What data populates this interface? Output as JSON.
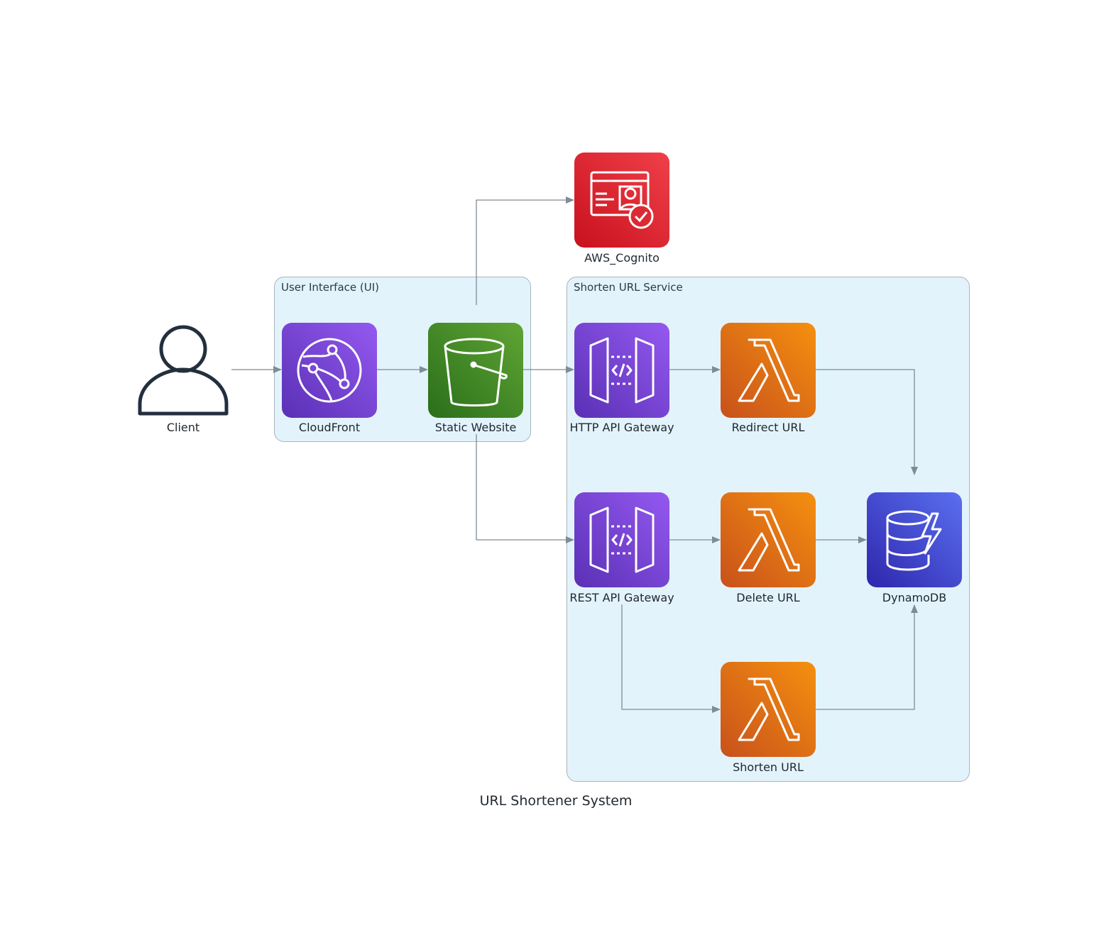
{
  "diagram": {
    "title": "URL Shortener System",
    "clusters": {
      "ui": "User Interface (UI)",
      "service": "Shorten URL Service"
    },
    "nodes": {
      "client": {
        "label": "Client",
        "icon": "user-icon"
      },
      "cloudfront": {
        "label": "CloudFront",
        "icon": "cloudfront-icon"
      },
      "static_website": {
        "label": "Static Website",
        "icon": "s3-bucket-icon"
      },
      "cognito": {
        "label": "AWS_Cognito",
        "icon": "cognito-icon"
      },
      "http_api": {
        "label": "HTTP API Gateway",
        "icon": "api-gateway-icon"
      },
      "rest_api": {
        "label": "REST API Gateway",
        "icon": "api-gateway-icon"
      },
      "redirect_url": {
        "label": "Redirect URL",
        "icon": "lambda-icon"
      },
      "delete_url": {
        "label": "Delete URL",
        "icon": "lambda-icon"
      },
      "shorten_url": {
        "label": "Shorten URL",
        "icon": "lambda-icon"
      },
      "dynamodb": {
        "label": "DynamoDB",
        "icon": "dynamodb-icon"
      }
    },
    "edges": [
      {
        "from": "Client",
        "to": "CloudFront"
      },
      {
        "from": "CloudFront",
        "to": "Static Website"
      },
      {
        "from": "Static Website",
        "to": "AWS_Cognito"
      },
      {
        "from": "Static Website",
        "to": "HTTP API Gateway"
      },
      {
        "from": "Static Website",
        "to": "REST API Gateway"
      },
      {
        "from": "HTTP API Gateway",
        "to": "Redirect URL"
      },
      {
        "from": "REST API Gateway",
        "to": "Delete URL"
      },
      {
        "from": "REST API Gateway",
        "to": "Shorten URL"
      },
      {
        "from": "Redirect URL",
        "to": "DynamoDB"
      },
      {
        "from": "Delete URL",
        "to": "DynamoDB"
      },
      {
        "from": "Shorten URL",
        "to": "DynamoDB"
      }
    ],
    "colors": {
      "edge": "#7f8b95",
      "cluster_fill": "#e3f3fb",
      "cluster_border": "#a9b4bd",
      "networking": "#8c4fff",
      "storage": "#3f8624",
      "security": "#dd344c",
      "compute": "#ed7100",
      "database": "#3b48cc"
    }
  }
}
